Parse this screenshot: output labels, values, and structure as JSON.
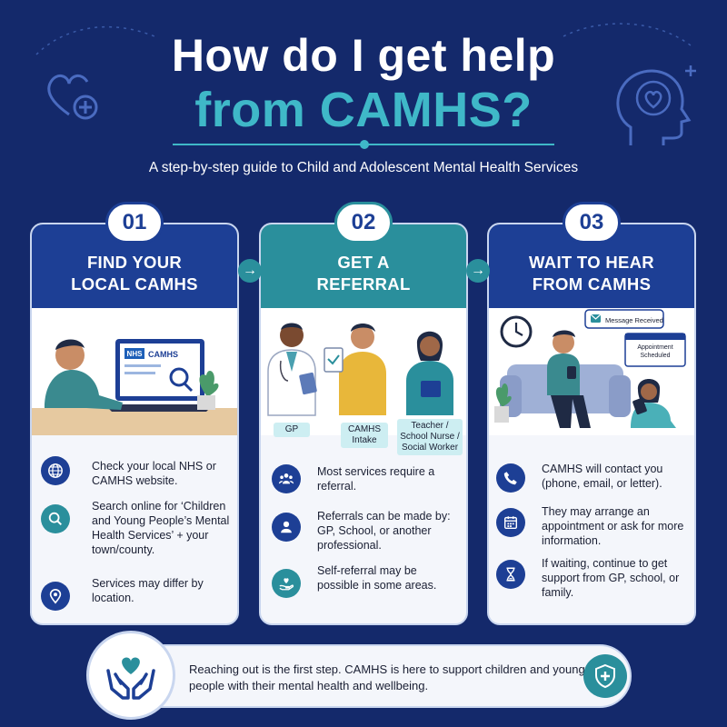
{
  "header": {
    "title_line1": "How do I get help",
    "title_line2": "from CAMHS?",
    "subtitle": "A step-by-step guide to Child and Adolescent Mental Health Services"
  },
  "steps": [
    {
      "number": "01",
      "title": "FIND YOUR\nLOCAL CAMHS",
      "illustration": {
        "screen_logo": "NHS",
        "screen_title": "CAMHS"
      },
      "items": [
        {
          "icon": "globe-icon",
          "text": "Check your local NHS or CAMHS website."
        },
        {
          "icon": "search-icon",
          "text": "Search online for ‘Children and Young People’s Mental Health Services’ + your town/county."
        },
        {
          "icon": "location-pin-icon",
          "text": "Services may differ by location."
        }
      ]
    },
    {
      "number": "02",
      "title": "GET A\nREFERRAL",
      "illustration": {
        "labels": [
          "GP",
          "CAMHS\nIntake",
          "Teacher /\nSchool Nurse /\nSocial Worker"
        ]
      },
      "items": [
        {
          "icon": "group-icon",
          "text": "Most services require a referral."
        },
        {
          "icon": "person-icon",
          "text": "Referrals can be made by: GP, School, or another professional."
        },
        {
          "icon": "heart-hand-icon",
          "text": "Self-referral may be possible in some areas."
        }
      ]
    },
    {
      "number": "03",
      "title": "WAIT TO HEAR\nFROM CAMHS",
      "illustration": {
        "message_label": "Message Received",
        "appointment_label": "Appointment\nScheduled"
      },
      "items": [
        {
          "icon": "phone-icon",
          "text": "CAMHS will contact you (phone, email, or letter)."
        },
        {
          "icon": "calendar-icon",
          "text": "They may arrange an appointment or ask for more information."
        },
        {
          "icon": "hourglass-icon",
          "text": "If waiting, continue to get support from GP, school, or family."
        }
      ]
    }
  ],
  "banner": {
    "text": "Reaching out is the first step. CAMHS is here to support children and young people with their mental health and wellbeing."
  },
  "colors": {
    "background": "#14296b",
    "primary": "#1d3f95",
    "accent": "#2a8f9c",
    "title_accent": "#3fb8c8",
    "card": "#f4f6fb"
  }
}
